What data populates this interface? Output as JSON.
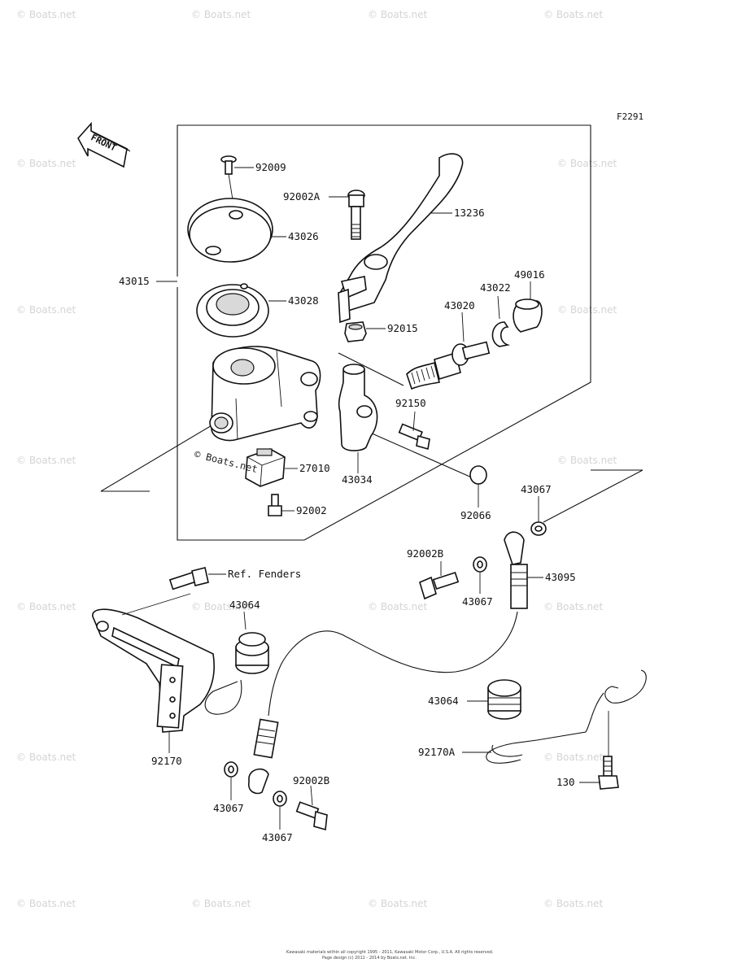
{
  "figure_code": "F2291",
  "front_label": "FRONT",
  "watermark": "© Boats.net",
  "copyright_lines": [
    "Kawasaki materials within all copyright 1995 - 2011, Kawasaki Motor Corp., U.S.A. All rights reserved.",
    "Page design (c) 2011 - 2014 by Boats.net. Inc."
  ],
  "parts": [
    {
      "id": "p-92009",
      "label": "92009"
    },
    {
      "id": "p-92002A",
      "label": "92002A"
    },
    {
      "id": "p-13236",
      "label": "13236"
    },
    {
      "id": "p-43026",
      "label": "43026"
    },
    {
      "id": "p-43015",
      "label": "43015"
    },
    {
      "id": "p-43028",
      "label": "43028"
    },
    {
      "id": "p-49016",
      "label": "49016"
    },
    {
      "id": "p-43022",
      "label": "43022"
    },
    {
      "id": "p-43020",
      "label": "43020"
    },
    {
      "id": "p-92015",
      "label": "92015"
    },
    {
      "id": "p-92150",
      "label": "92150"
    },
    {
      "id": "p-27010",
      "label": "27010"
    },
    {
      "id": "p-43034",
      "label": "43034"
    },
    {
      "id": "p-92002",
      "label": "92002"
    },
    {
      "id": "p-92066",
      "label": "92066"
    },
    {
      "id": "p-43067-a",
      "label": "43067"
    },
    {
      "id": "p-92002B-a",
      "label": "92002B"
    },
    {
      "id": "p-ref-fenders",
      "label": "Ref. Fenders"
    },
    {
      "id": "p-43095",
      "label": "43095"
    },
    {
      "id": "p-43064-a",
      "label": "43064"
    },
    {
      "id": "p-43067-b",
      "label": "43067"
    },
    {
      "id": "p-43064-b",
      "label": "43064"
    },
    {
      "id": "p-92170A",
      "label": "92170A"
    },
    {
      "id": "p-92170",
      "label": "92170"
    },
    {
      "id": "p-130",
      "label": "130"
    },
    {
      "id": "p-92002B-b",
      "label": "92002B"
    },
    {
      "id": "p-43067-c",
      "label": "43067"
    },
    {
      "id": "p-43067-d",
      "label": "43067"
    }
  ]
}
